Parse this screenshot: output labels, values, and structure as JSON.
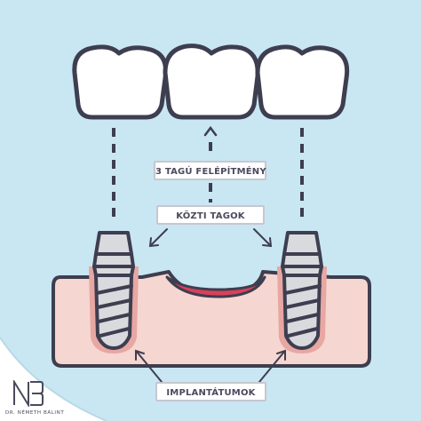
{
  "labels": {
    "superstructure": "3 TAGÚ FELÉPÍTMÉNY",
    "abutments": "KÖZTI TAGOK",
    "implants": "IMPLANTÁTUMOK"
  },
  "logo": {
    "caption": "DR. NÉMETH BÁLINT"
  },
  "colors": {
    "background": "#c9e6f3",
    "outline": "#3d3e4f",
    "gum": "#f6d6d0",
    "gum_shadow": "#e7a7a2",
    "wound": "#d7415a",
    "crown": "#ffffff",
    "abutment": "#d9dade"
  }
}
